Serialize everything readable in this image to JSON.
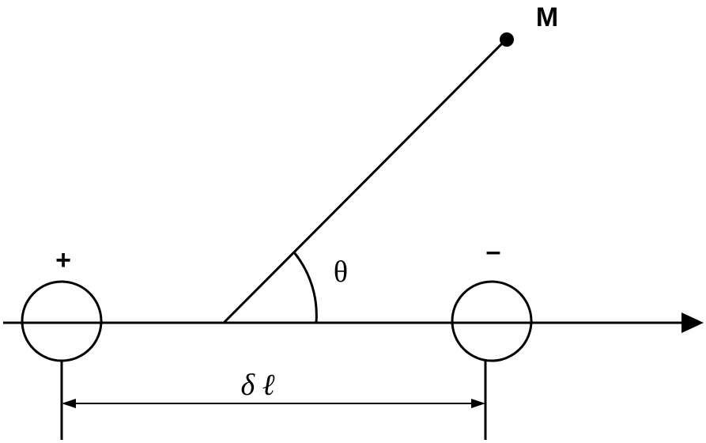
{
  "labels": {
    "point": "M",
    "positive_charge": "+",
    "negative_charge": "–",
    "angle": "θ",
    "separation": "δ ℓ"
  }
}
